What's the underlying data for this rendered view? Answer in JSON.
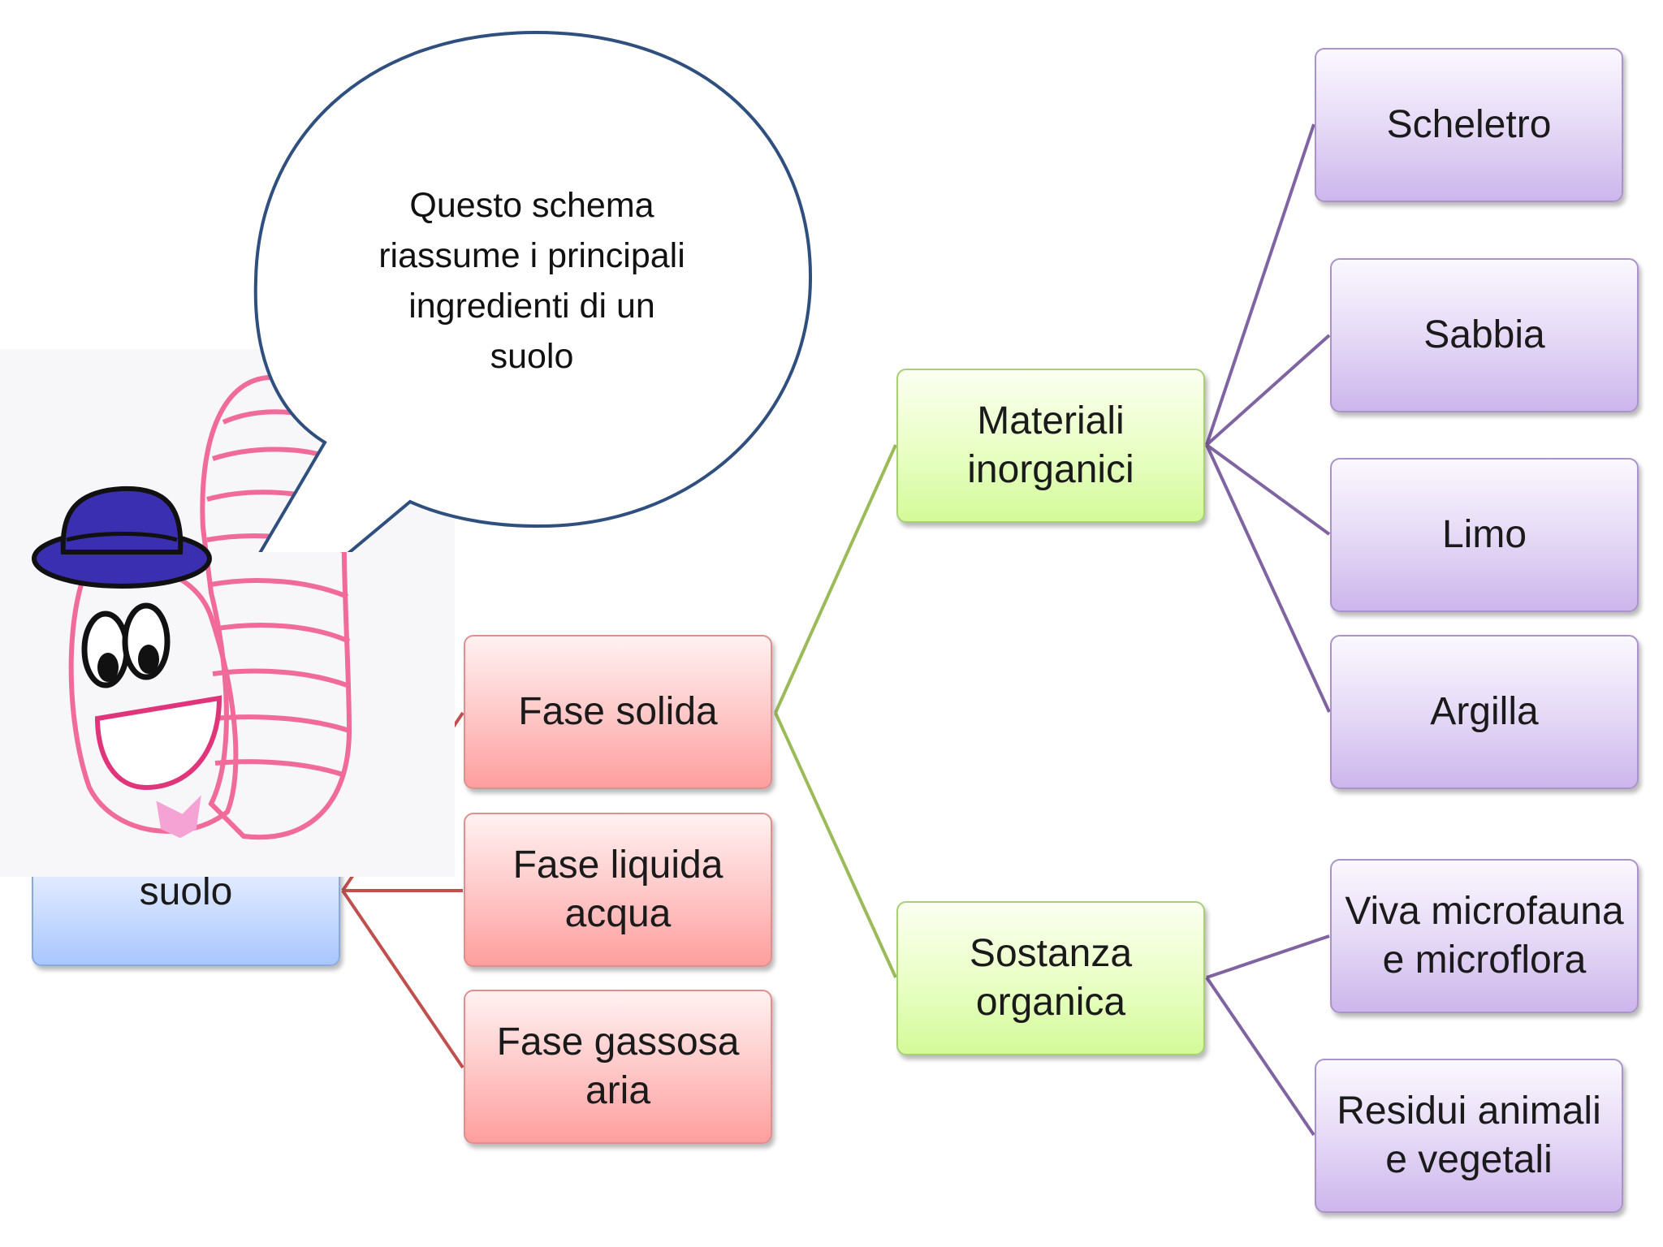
{
  "bubble": {
    "text": "Questo schema\nriassume i principali\ningredienti di un\nsuolo"
  },
  "root": {
    "label": "suolo"
  },
  "phases": [
    {
      "label": "Fase solida"
    },
    {
      "label": "Fase liquida\nacqua"
    },
    {
      "label": "Fase gassosa\naria"
    }
  ],
  "solid_components": [
    {
      "label": "Materiali\ninorganici"
    },
    {
      "label": "Sostanza\norganica"
    }
  ],
  "inorganic_items": [
    {
      "label": "Scheletro"
    },
    {
      "label": "Sabbia"
    },
    {
      "label": "Limo"
    },
    {
      "label": "Argilla"
    }
  ],
  "organic_items": [
    {
      "label": "Viva microfauna\ne microflora"
    },
    {
      "label": "Residui animali\ne vegetali"
    }
  ],
  "colors": {
    "root_fill": "#a9c6ff",
    "phase_fill": "#ff9e9e",
    "component_fill": "#d3fa9a",
    "item_fill": "#cdb6ec",
    "red_line": "#c0504d",
    "green_line": "#9bbb59",
    "purple_line": "#8064a2",
    "bubble_border": "#2f4f7f",
    "worm_pink": "#f06a9a",
    "hat_blue": "#3a2fb0"
  },
  "icons": [
    "cartoon-worm-with-hat",
    "speech-bubble"
  ]
}
